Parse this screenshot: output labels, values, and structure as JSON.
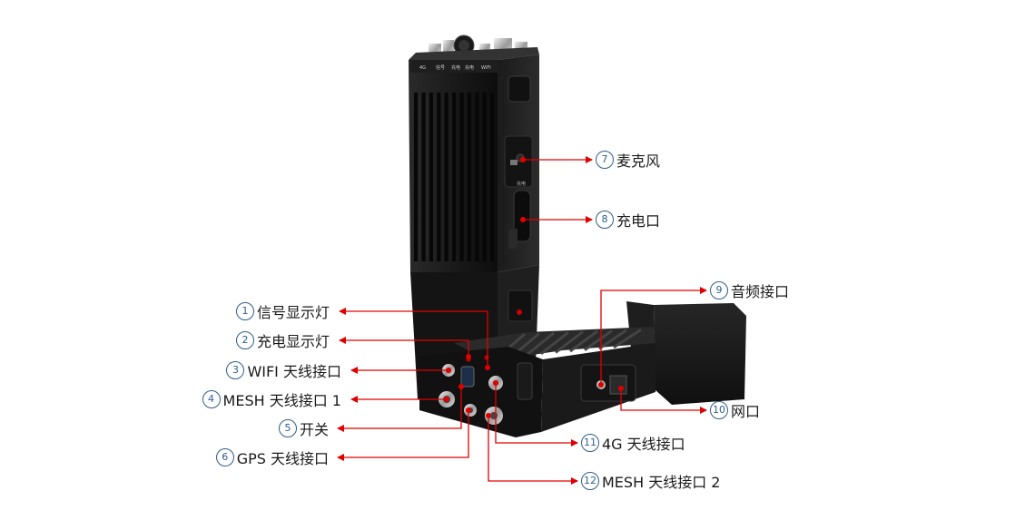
{
  "colors": {
    "leader": "#e00000",
    "number_ring": "#2f5d8a",
    "label_text": "#1a1a1a",
    "device_body": "#151515"
  },
  "device": {
    "top_connector_labels": [
      "4G",
      "信号",
      "充电",
      "充电",
      "WIFI"
    ],
    "side_label": "充电"
  },
  "callouts": [
    {
      "num": "1",
      "label": "信号显示灯"
    },
    {
      "num": "2",
      "label": "充电显示灯"
    },
    {
      "num": "3",
      "label": "WIFI 天线接口"
    },
    {
      "num": "4",
      "label": "MESH 天线接口 1"
    },
    {
      "num": "5",
      "label": "开关"
    },
    {
      "num": "6",
      "label": "GPS 天线接口"
    },
    {
      "num": "7",
      "label": "麦克风"
    },
    {
      "num": "8",
      "label": "充电口"
    },
    {
      "num": "9",
      "label": "音频接口"
    },
    {
      "num": "10",
      "label": "网口"
    },
    {
      "num": "11",
      "label": "4G 天线接口"
    },
    {
      "num": "12",
      "label": "MESH 天线接口 2"
    }
  ]
}
